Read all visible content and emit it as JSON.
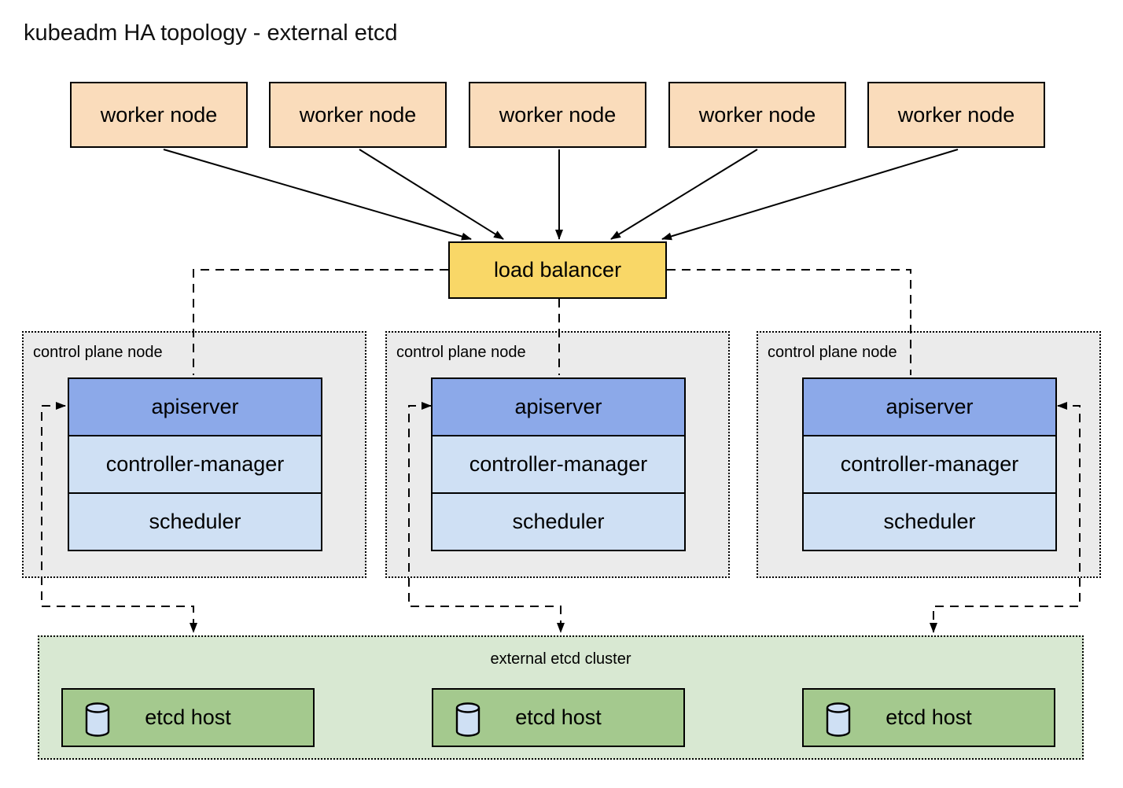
{
  "diagram": {
    "title": "kubeadm HA topology - external etcd"
  },
  "workers": [
    {
      "label": "worker node"
    },
    {
      "label": "worker node"
    },
    {
      "label": "worker node"
    },
    {
      "label": "worker node"
    },
    {
      "label": "worker node"
    }
  ],
  "load_balancer": {
    "label": "load balancer"
  },
  "control_planes": [
    {
      "label": "control plane node",
      "components": {
        "apiserver": "apiserver",
        "controller_manager": "controller-manager",
        "scheduler": "scheduler"
      }
    },
    {
      "label": "control plane node",
      "components": {
        "apiserver": "apiserver",
        "controller_manager": "controller-manager",
        "scheduler": "scheduler"
      }
    },
    {
      "label": "control plane node",
      "components": {
        "apiserver": "apiserver",
        "controller_manager": "controller-manager",
        "scheduler": "scheduler"
      }
    }
  ],
  "etcd_cluster": {
    "label": "external etcd cluster",
    "hosts": [
      {
        "label": "etcd host",
        "icon": "database-cylinder-icon"
      },
      {
        "label": "etcd host",
        "icon": "database-cylinder-icon"
      },
      {
        "label": "etcd host",
        "icon": "database-cylinder-icon"
      }
    ]
  },
  "colors": {
    "worker_fill": "#fadcbb",
    "load_balancer_fill": "#f9d767",
    "apiserver_fill": "#8ca9e9",
    "component_fill": "#cfe0f4",
    "control_plane_fill": "#ebebeb",
    "etcd_cluster_fill": "#d8e8d2",
    "etcd_host_fill": "#a4c98e",
    "cylinder_fill": "#cfe0f4",
    "line": "#000000"
  }
}
